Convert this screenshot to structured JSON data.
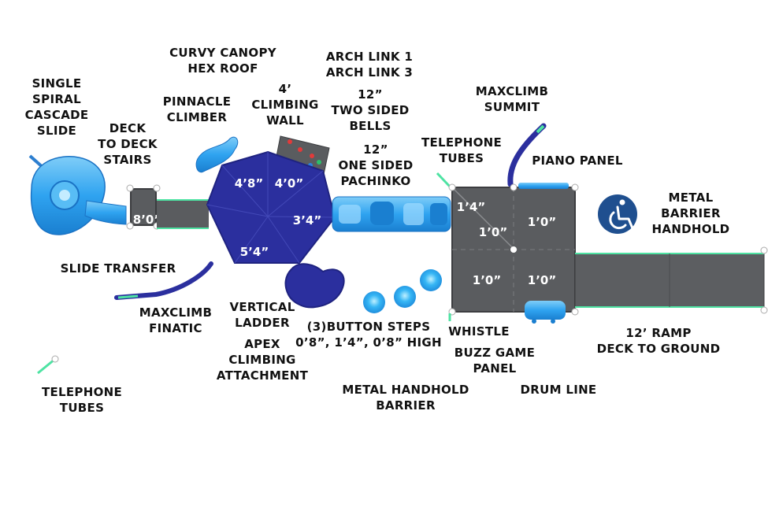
{
  "colors": {
    "hex_roof": "#2b2f9e",
    "hex_roof_dark": "#1f2380",
    "slide_blue": "#2fa3f0",
    "slide_light": "#7fcdf8",
    "deck_gray": "#5a5c5f",
    "ramp_gray": "#5c5e61",
    "rail_green": "#4ee3a3",
    "accessibility_blue": "#1f4f8f"
  },
  "labels": {
    "single_spiral_cascade_slide": "SINGLE\nSPIRAL\nCASCADE\nSLIDE",
    "deck_to_deck_stairs": "DECK\nTO DECK\nSTAIRS",
    "curvy_canopy_hex_roof": "CURVY CANOPY\nHEX ROOF",
    "pinnacle_climber": "PINNACLE\nCLIMBER",
    "climbing_wall": "4’\nCLIMBING\nWALL",
    "arch_link": "ARCH LINK 1\nARCH LINK 3",
    "two_sided_bells": "12”\nTWO SIDED\nBELLS",
    "one_sided_pachinko": "12”\nONE SIDED\nPACHINKO",
    "telephone_tubes_top": "TELEPHONE\nTUBES",
    "maxclimb_summit": "MAXCLIMB\nSUMMIT",
    "piano_panel": "PIANO PANEL",
    "metal_barrier_handhold": "METAL\nBARRIER\nHANDHOLD",
    "slide_transfer": "SLIDE TRANSFER",
    "maxclimb_finatic": "MAXCLIMB\nFINATIC",
    "vertical_ladder": "VERTICAL\nLADDER",
    "apex_climbing_attachment": "APEX\nCLIMBING\nATTACHMENT",
    "button_steps": "(3)BUTTON STEPS\n0’8”, 1’4”, 0’8” HIGH",
    "whistle": "WHISTLE",
    "buzz_game_panel": "BUZZ GAME\nPANEL",
    "ramp": "12’ RAMP\nDECK TO GROUND",
    "telephone_tubes_bottom": "TELEPHONE\nTUBES",
    "metal_handhold_barrier": "METAL HANDHOLD\nBARRIER",
    "drum_line": "DRUM LINE"
  },
  "dimensions": {
    "transfer": "8’0”",
    "hex_top_left": "4’8”",
    "hex_top_right": "4’0”",
    "hex_right": "3’4”",
    "hex_bottom": "5’4”",
    "deck_a": "1’4”",
    "deck_b": "1’0”",
    "deck_c": "1’0”",
    "deck_d": "1’0”",
    "deck_e": "1’0”"
  },
  "icons": {
    "accessibility": "wheelchair-icon"
  }
}
